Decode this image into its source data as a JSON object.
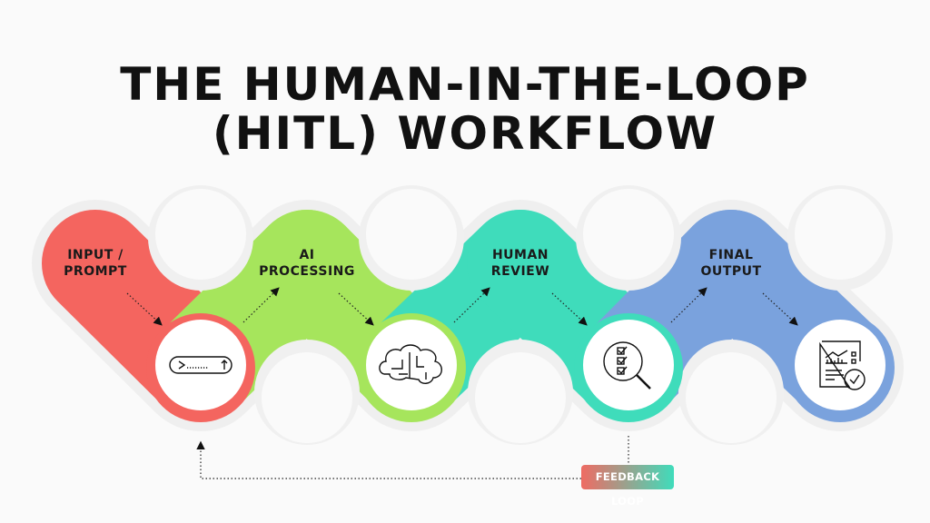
{
  "title": {
    "line1": "THE HUMAN-IN-THE-LOOP",
    "line2": "(HITL) WORKFLOW"
  },
  "stages": [
    {
      "line1": "INPUT /",
      "line2": "PROMPT",
      "icon": "prompt-input-icon",
      "color": "#f4655f"
    },
    {
      "line1": "AI",
      "line2": "PROCESSING",
      "icon": "circuit-brain-icon",
      "color": "#a6e55c"
    },
    {
      "line1": "HUMAN",
      "line2": "REVIEW",
      "icon": "checklist-magnifier-icon",
      "color": "#3fdcbb"
    },
    {
      "line1": "FINAL",
      "line2": "OUTPUT",
      "icon": "report-check-icon",
      "color": "#7aa2dd"
    }
  ],
  "feedback": {
    "label": "FEEDBACK LOOP"
  }
}
